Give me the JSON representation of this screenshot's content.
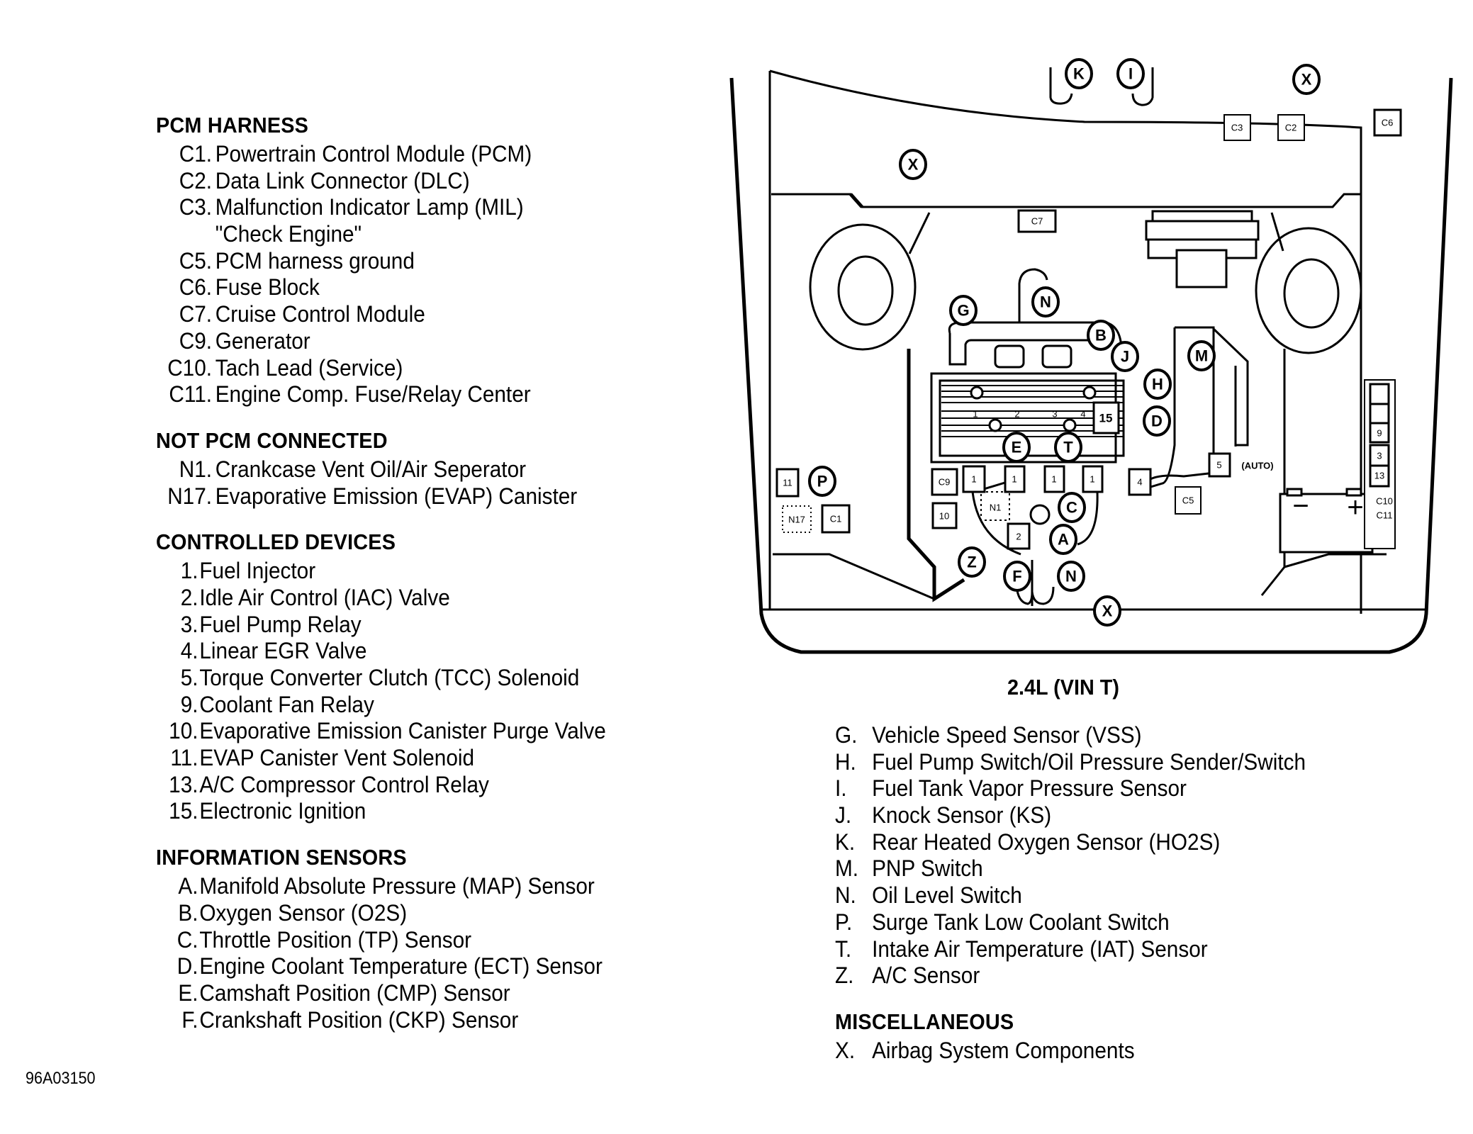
{
  "figure_id": "96A03150",
  "diagram_caption": "2.4L (VIN T)",
  "sections": {
    "pcm_harness": {
      "title": "PCM HARNESS",
      "items": [
        {
          "key": "C1.",
          "text": "Powertrain Control Module (PCM)"
        },
        {
          "key": "C2.",
          "text": "Data Link Connector (DLC)"
        },
        {
          "key": "C3.",
          "text": "Malfunction Indicator Lamp (MIL)"
        },
        {
          "key": "",
          "text": "\"Check Engine\""
        },
        {
          "key": "C5.",
          "text": "PCM harness ground"
        },
        {
          "key": "C6.",
          "text": "Fuse Block"
        },
        {
          "key": "C7.",
          "text": "Cruise Control Module"
        },
        {
          "key": "C9.",
          "text": "Generator"
        },
        {
          "key": "C10.",
          "text": "Tach Lead (Service)"
        },
        {
          "key": "C11.",
          "text": "Engine Comp. Fuse/Relay Center"
        }
      ]
    },
    "not_pcm_connected": {
      "title": "NOT PCM CONNECTED",
      "items": [
        {
          "key": "N1.",
          "text": "Crankcase Vent Oil/Air Seperator"
        },
        {
          "key": "N17.",
          "text": "Evaporative Emission (EVAP) Canister"
        }
      ]
    },
    "controlled_devices": {
      "title": "CONTROLLED DEVICES",
      "items": [
        {
          "key": "1.",
          "text": "Fuel Injector"
        },
        {
          "key": "2.",
          "text": "Idle Air Control (IAC) Valve"
        },
        {
          "key": "3.",
          "text": "Fuel Pump Relay"
        },
        {
          "key": "4.",
          "text": "Linear EGR  Valve"
        },
        {
          "key": "5.",
          "text": "Torque Converter Clutch (TCC) Solenoid"
        },
        {
          "key": "9.",
          "text": "Coolant Fan Relay"
        },
        {
          "key": "10.",
          "text": "Evaporative Emission Canister Purge Valve"
        },
        {
          "key": "11.",
          "text": "EVAP Canister Vent Solenoid"
        },
        {
          "key": "13.",
          "text": "A/C Compressor Control Relay"
        },
        {
          "key": "15.",
          "text": "Electronic Ignition"
        }
      ]
    },
    "information_sensors": {
      "title": "INFORMATION SENSORS",
      "items": [
        {
          "key": "A.",
          "text": "Manifold Absolute Pressure (MAP) Sensor"
        },
        {
          "key": "B.",
          "text": "Oxygen Sensor (O2S)"
        },
        {
          "key": "C.",
          "text": "Throttle Position (TP) Sensor"
        },
        {
          "key": "D.",
          "text": "Engine Coolant Temperature (ECT) Sensor"
        },
        {
          "key": "E.",
          "text": "Camshaft Position (CMP) Sensor"
        },
        {
          "key": "F.",
          "text": "Crankshaft Position (CKP) Sensor"
        },
        {
          "key": "G.",
          "text": "Vehicle Speed Sensor (VSS)"
        },
        {
          "key": "H.",
          "text": "Fuel Pump Switch/Oil Pressure Sender/Switch"
        },
        {
          "key": "I.",
          "text": "Fuel Tank Vapor Pressure Sensor"
        },
        {
          "key": "J.",
          "text": "Knock Sensor (KS)"
        },
        {
          "key": "K.",
          "text": "Rear Heated Oxygen Sensor (HO2S)"
        },
        {
          "key": "M.",
          "text": "PNP Switch"
        },
        {
          "key": "N.",
          "text": "Oil Level Switch"
        },
        {
          "key": "P.",
          "text": "Surge Tank Low Coolant Switch"
        },
        {
          "key": "T.",
          "text": "Intake Air Temperature (IAT) Sensor"
        },
        {
          "key": "Z.",
          "text": "A/C Sensor"
        }
      ]
    },
    "miscellaneous": {
      "title": "MISCELLANEOUS",
      "items": [
        {
          "key": "X.",
          "text": "Airbag System Components"
        }
      ]
    }
  },
  "diagram": {
    "callouts": {
      "K": "K",
      "I": "I",
      "X_top_right": "X",
      "X_left": "X",
      "X_bottom": "X",
      "G": "G",
      "N_top": "N",
      "B": "B",
      "J": "J",
      "H": "H",
      "D": "D",
      "M": "M",
      "E": "E",
      "T": "T",
      "C": "C",
      "A": "A",
      "P": "P",
      "Z": "Z",
      "F": "F",
      "N_bottom": "N"
    },
    "boxes": {
      "C3": "C3",
      "C2": "C2",
      "C6": "C6",
      "C7": "C7",
      "C9": "C9",
      "C5": "C5",
      "C1": "C1",
      "N17": "N17",
      "N1": "N1",
      "inj1": "1",
      "inj2": "1",
      "inj3": "1",
      "inj4": "1",
      "iac": "2",
      "egr": "4",
      "tcc": "5",
      "tcc_note": "(AUTO)",
      "purge": "10",
      "vent": "11",
      "ignition": "15",
      "relay_9": "9",
      "relay_3": "3",
      "relay_13": "13",
      "C10": "C10",
      "C11": "C11",
      "cyl1": "1",
      "cyl2": "2",
      "cyl3": "3",
      "cyl4": "4",
      "battery_neg": "−",
      "battery_pos": "+"
    }
  }
}
